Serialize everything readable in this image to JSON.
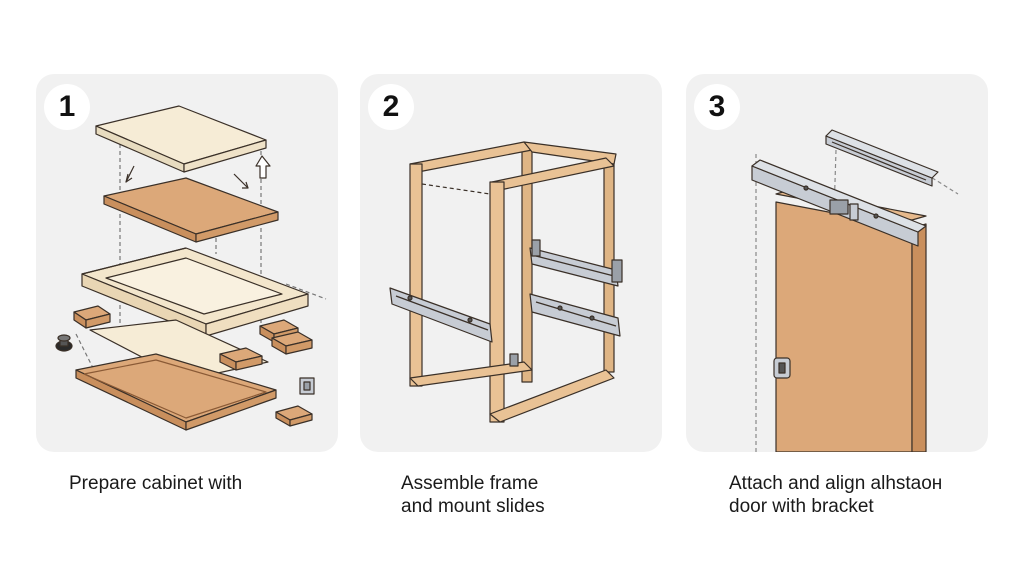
{
  "steps": [
    {
      "number": "1",
      "caption_lines": [
        "Prepare cabinet with"
      ]
    },
    {
      "number": "2",
      "caption_lines": [
        "Assemble frame",
        "and mount slides"
      ]
    },
    {
      "number": "3",
      "caption_lines": [
        "Attach and align alhstaон",
        "door with bracket"
      ]
    }
  ],
  "colors": {
    "panel_bg": "#f1f1f1",
    "wood_light": "#f6ecd6",
    "wood_mid": "#dca879",
    "wood_frame": "#e9c295",
    "metal": "#c7ccd4",
    "outline": "#3a3028"
  }
}
